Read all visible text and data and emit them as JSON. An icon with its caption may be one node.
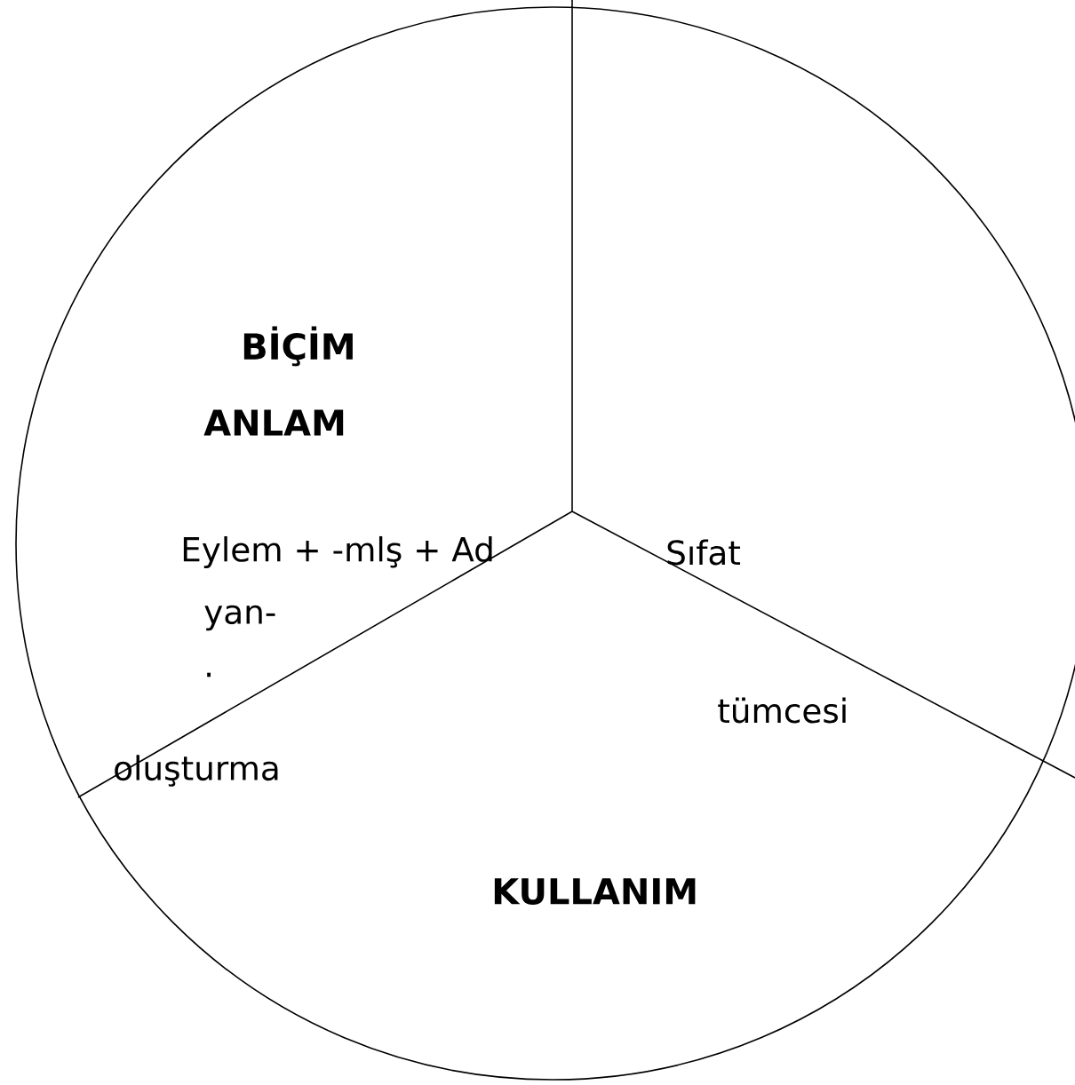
{
  "diagram": {
    "labels": [
      "BİÇİM",
      "ANLAM",
      "Eylem + -mlş + Ad",
      "Sıfat",
      "yan-",
      "tümcesi",
      ".",
      "oluşturma",
      "KULLANIM"
    ]
  }
}
